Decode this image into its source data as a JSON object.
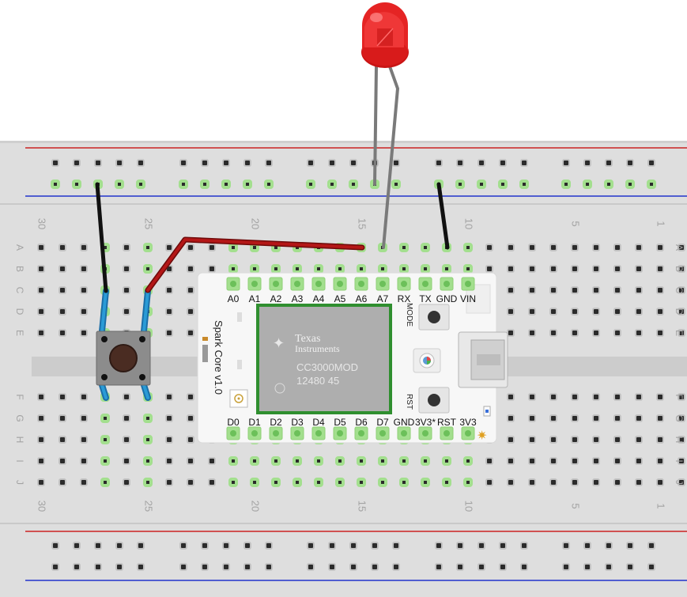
{
  "breadboard": {
    "column_numbers": [
      "30",
      "25",
      "20",
      "15",
      "10",
      "5",
      "1"
    ],
    "row_letters": [
      "A",
      "B",
      "C",
      "D",
      "E",
      "F",
      "G",
      "H",
      "I",
      "J"
    ]
  },
  "board": {
    "name": "Spark Core v1.0",
    "top_pins": [
      "A0",
      "A1",
      "A2",
      "A3",
      "A4",
      "A5",
      "A6",
      "A7",
      "RX",
      "TX",
      "GND",
      "VIN"
    ],
    "bottom_pins": [
      "D0",
      "D1",
      "D2",
      "D3",
      "D4",
      "D5",
      "D6",
      "D7",
      "GND",
      "3V3*",
      "RST",
      "3V3"
    ],
    "mode_label": "MODE",
    "rst_label": "RST",
    "chip": {
      "brand_line1": "Texas",
      "brand_line2": "Instruments",
      "model": "CC3000MOD",
      "code": "12480 45"
    }
  },
  "components": {
    "led": "red-led",
    "button": "pushbutton",
    "wires": [
      "black",
      "red",
      "black"
    ]
  },
  "colors": {
    "breadboard": "#dedede",
    "rail_red": "#cc2222",
    "rail_blue": "#2233cc",
    "hole_active": "#a3df8e",
    "led_red": "#e21a1a",
    "wire_red": "#a81414",
    "wire_black": "#222222",
    "board_white": "#f7f7f7",
    "chip_green": "#2f8f2f"
  }
}
